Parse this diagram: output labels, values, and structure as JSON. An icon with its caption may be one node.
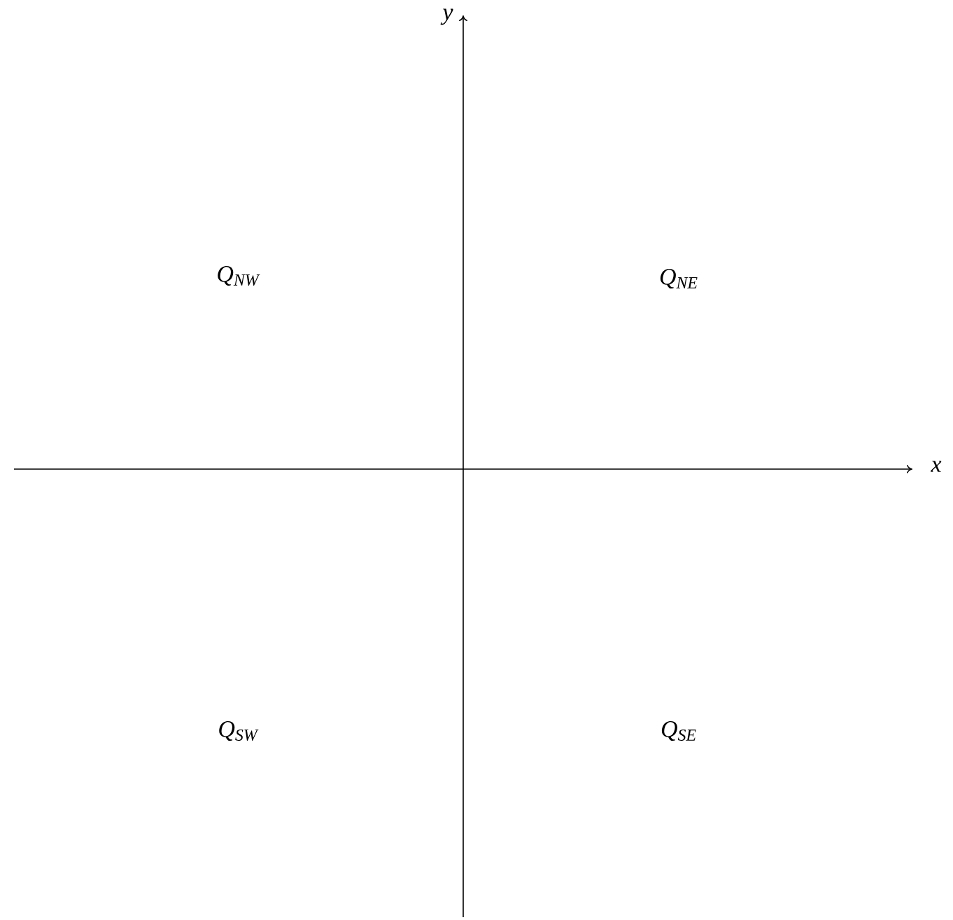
{
  "diagram": {
    "labels": [
      "y",
      "Q$_{NW}$",
      "Q$_{NE}$",
      "x",
      "Q$_{SW}$",
      "Q$_{SE}$"
    ]
  }
}
